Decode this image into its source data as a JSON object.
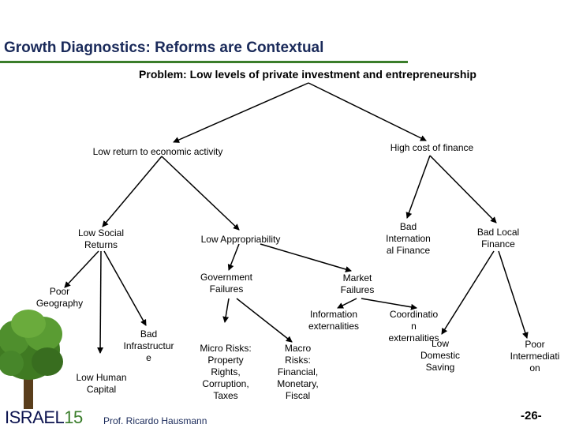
{
  "header": {
    "title": "Growth Diagnostics: Reforms are Contextual",
    "subtitle": "Problem: Low levels of private investment and entrepreneurship"
  },
  "nodes": {
    "low_return": "Low return to economic activity",
    "high_cost": "High cost of finance",
    "low_social": "Low Social\nReturns",
    "low_appropriability": "Low Appropriability",
    "bad_international": "Bad\nInternation\nal Finance",
    "bad_local": "Bad Local\nFinance",
    "govt_failures": "Government\nFailures",
    "market_failures": "Market\nFailures",
    "poor_geography": "Poor\nGeography",
    "info_externalities": "Information\nexternalities",
    "coordination": "Coordinatio\nn\nexternalities",
    "bad_infrastructure": "Bad\nInfrastructur\ne",
    "micro_risks": "Micro Risks:\nProperty\nRights,\nCorruption,\nTaxes",
    "macro_risks": "Macro\nRisks:\nFinancial,\nMonetary,\nFiscal",
    "low_domestic": "Low\nDomestic\nSaving",
    "poor_intermediation": "Poor\nIntermediati\non",
    "low_human": "Low Human\nCapital"
  },
  "footer": {
    "logo_text": "ISRAEL",
    "logo_number": "15",
    "author": "Prof. Ricardo Hausmann",
    "page": "-26-"
  },
  "colors": {
    "title": "#1a2a5a",
    "rule": "#3a7d2a",
    "logo": "#0d1450"
  }
}
